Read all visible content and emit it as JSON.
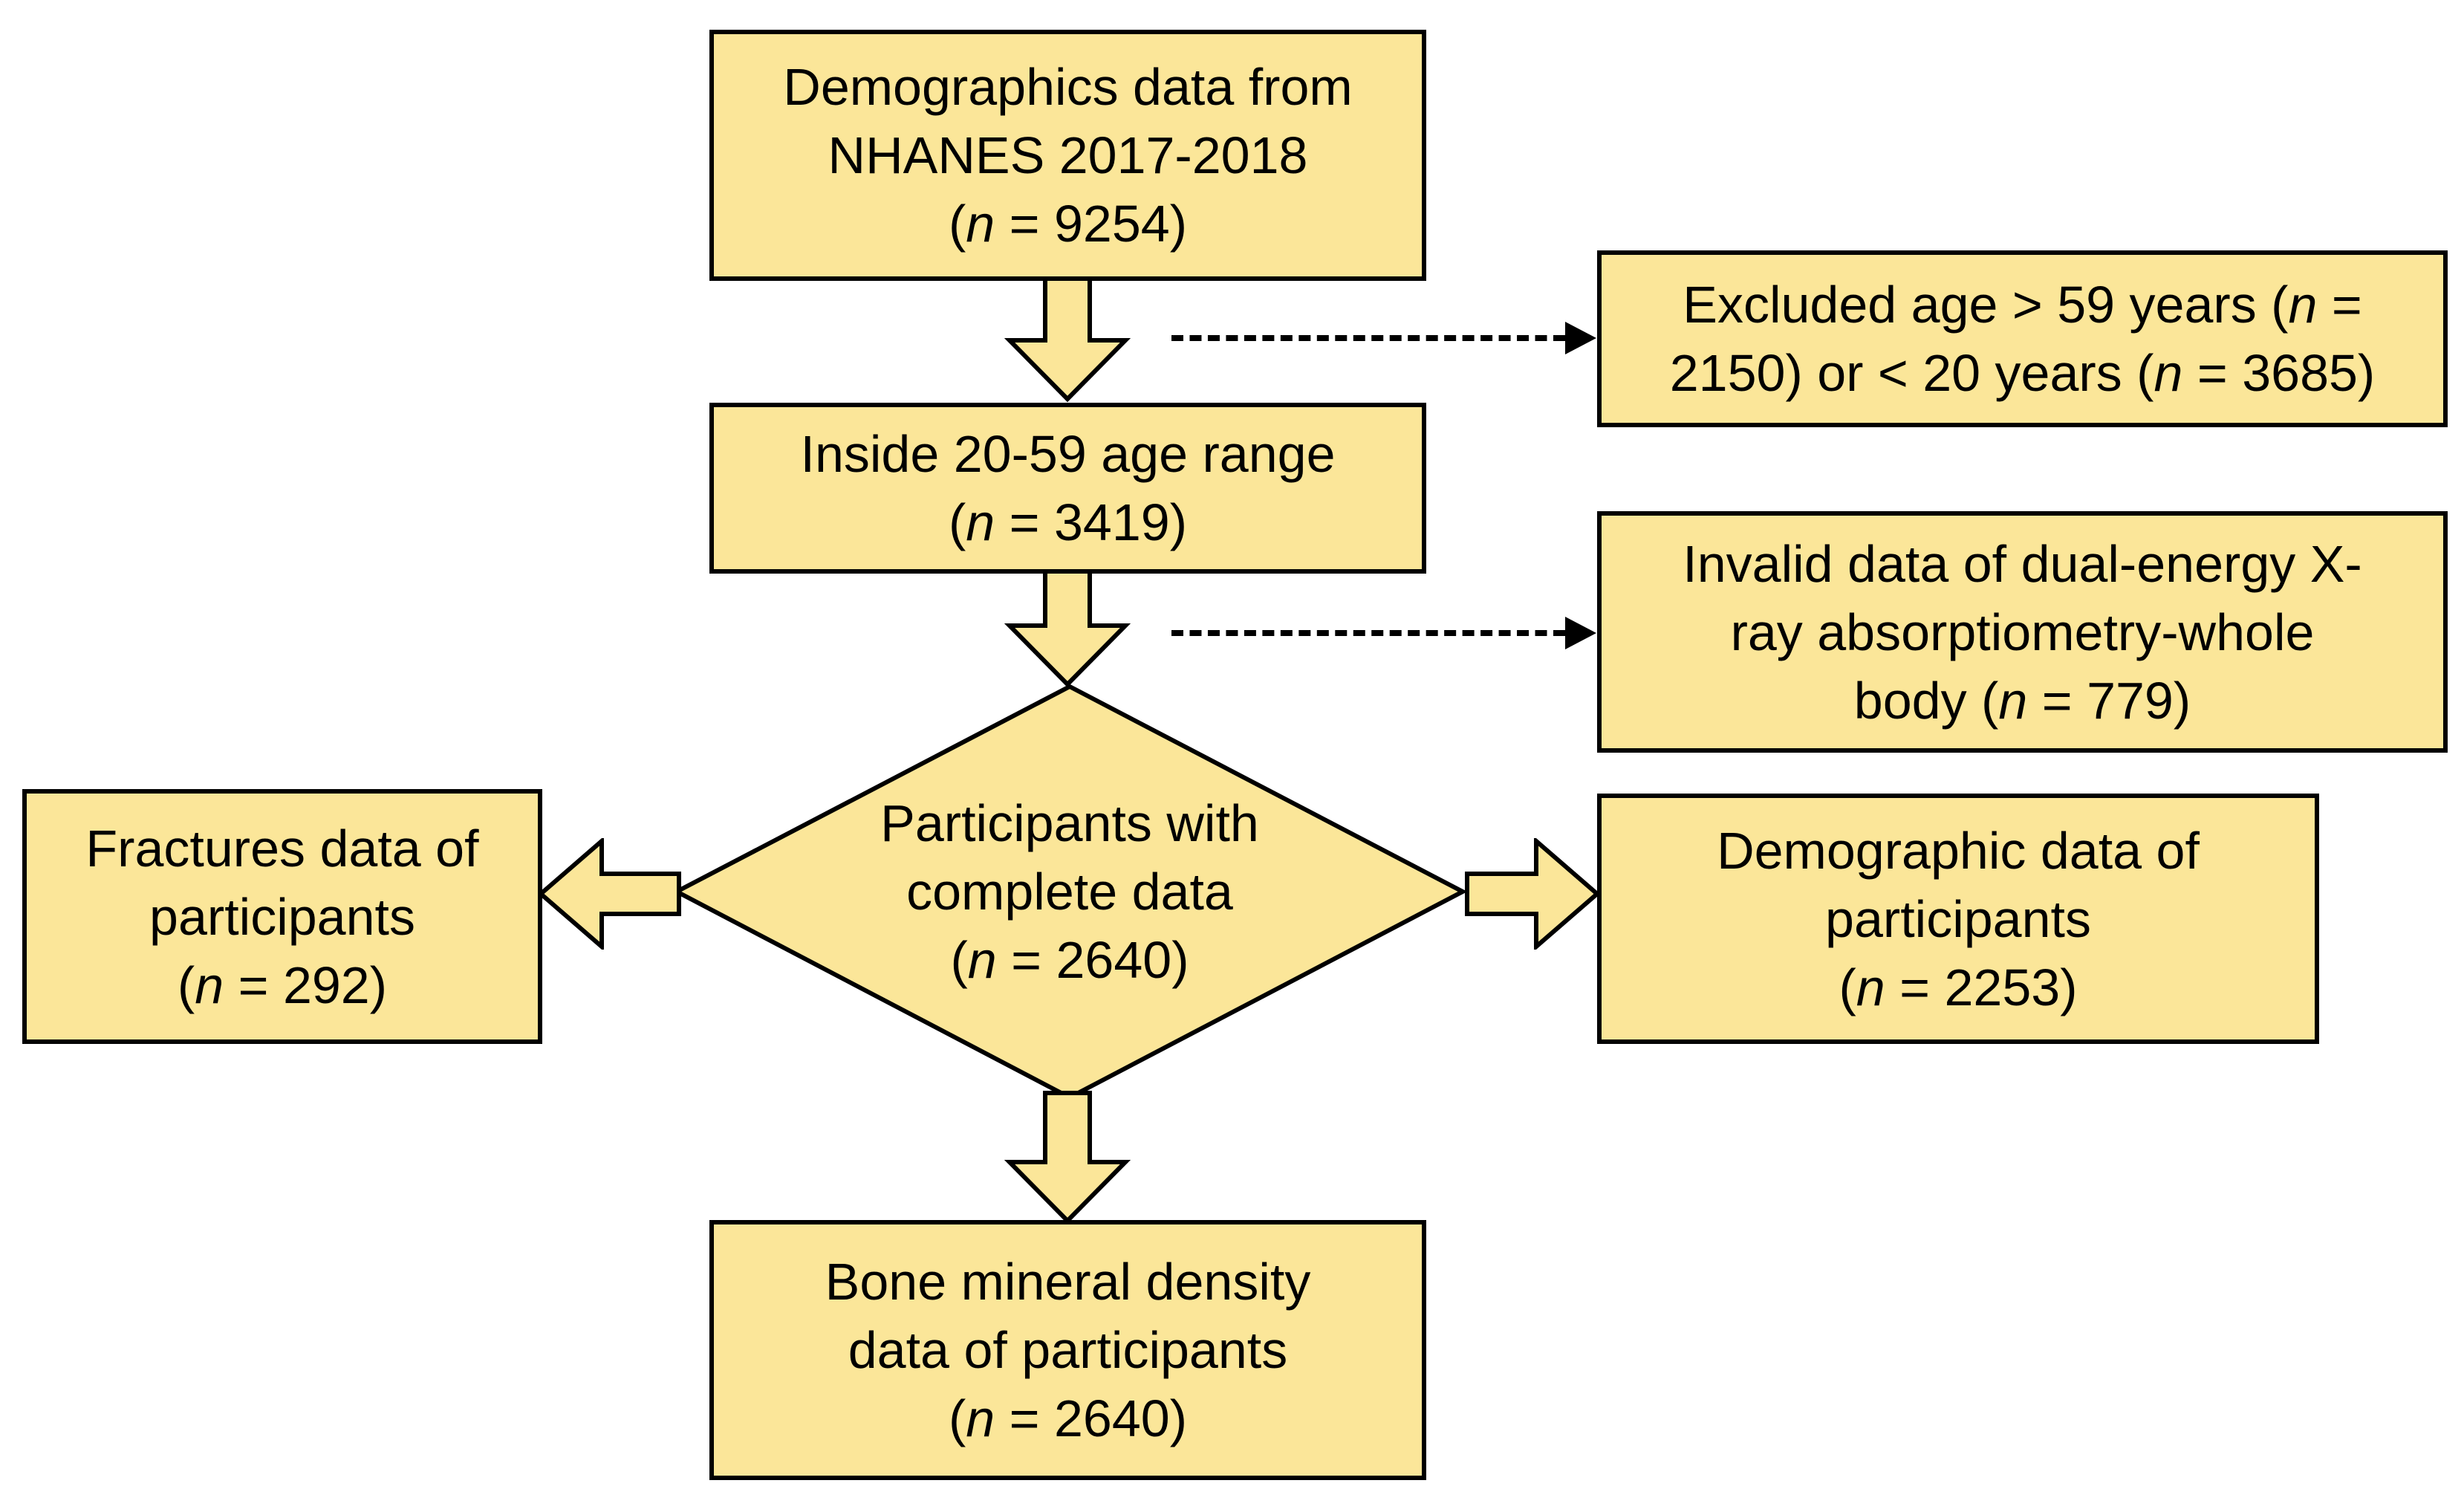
{
  "colors": {
    "node_fill": "#FBE699",
    "node_border": "#000000",
    "connector": "#000000",
    "bg": "#FFFFFF"
  },
  "nodes": {
    "top": {
      "lines": [
        {
          "pre": "Demographics data from"
        },
        {
          "pre": "NHANES 2017-2018"
        },
        {
          "pre": "(",
          "it": "n",
          "post": " = 9254)"
        }
      ]
    },
    "excluded": {
      "lines": [
        {
          "pre": "Excluded age > 59 years (",
          "it": "n",
          "post": " ="
        },
        {
          "pre": "2150) or < 20 years (",
          "it": "n",
          "post": " = 3685)"
        }
      ]
    },
    "inside": {
      "lines": [
        {
          "pre": "Inside 20-59 age range"
        },
        {
          "pre": "(",
          "it": "n",
          "post": " = 3419)"
        }
      ]
    },
    "invalid": {
      "lines": [
        {
          "pre": "Invalid data of dual-energy X-"
        },
        {
          "pre": "ray absorptiometry-whole"
        },
        {
          "pre": "body (",
          "it": "n",
          "post": " = 779)"
        }
      ]
    },
    "diamond": {
      "lines": [
        {
          "pre": "Participants with"
        },
        {
          "pre": "complete data"
        },
        {
          "pre": "(",
          "it": "n",
          "post": " = 2640)"
        }
      ]
    },
    "fractures": {
      "lines": [
        {
          "pre": "Fractures data of"
        },
        {
          "pre": "participants"
        },
        {
          "pre": "(",
          "it": "n",
          "post": " = 292)"
        }
      ]
    },
    "demographic": {
      "lines": [
        {
          "pre": "Demographic data of"
        },
        {
          "pre": "participants"
        },
        {
          "pre": "(",
          "it": "n",
          "post": " = 2253)"
        }
      ]
    },
    "bmd": {
      "lines": [
        {
          "pre": "Bone mineral density"
        },
        {
          "pre": "data of participants"
        },
        {
          "pre": "(",
          "it": "n",
          "post": " = 2640)"
        }
      ]
    }
  },
  "edges": [
    {
      "from": "demographics-source",
      "to": "inside-age-range",
      "style": "block-arrow-down"
    },
    {
      "from": "demographics-source",
      "to": "excluded-age",
      "style": "dashed-arrow-right"
    },
    {
      "from": "inside-age-range",
      "to": "participants-complete-data",
      "style": "block-arrow-down"
    },
    {
      "from": "inside-age-range",
      "to": "invalid-dxa",
      "style": "dashed-arrow-right"
    },
    {
      "from": "participants-complete-data",
      "to": "fractures-data",
      "style": "block-arrow-left"
    },
    {
      "from": "participants-complete-data",
      "to": "demographic-data",
      "style": "block-arrow-right"
    },
    {
      "from": "participants-complete-data",
      "to": "bone-mineral-density-data",
      "style": "block-arrow-down"
    }
  ]
}
